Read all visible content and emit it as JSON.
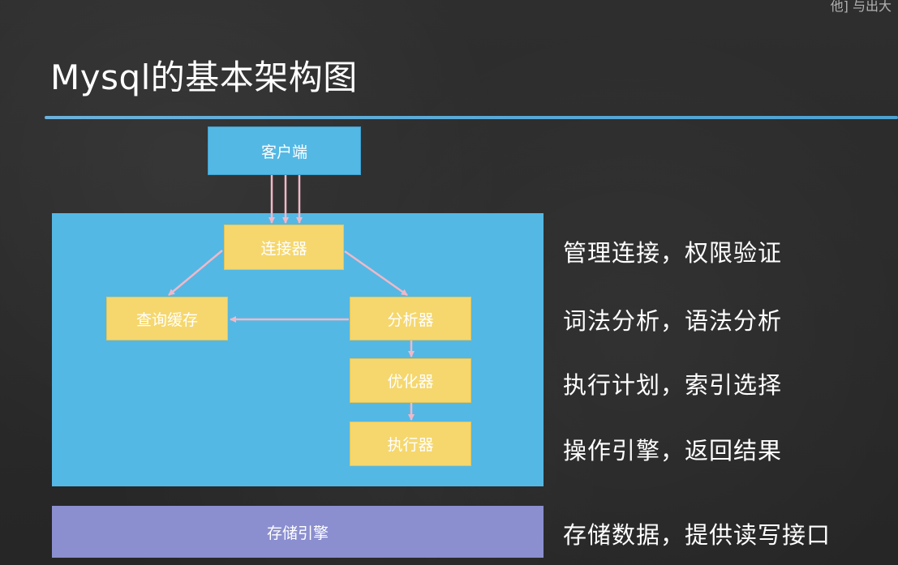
{
  "page": {
    "title": "Mysql的基本架构图"
  },
  "diagram": {
    "client": "客户端",
    "connector": "连接器",
    "query_cache": "查询缓存",
    "analyzer": "分析器",
    "optimizer": "优化器",
    "executor": "执行器",
    "storage_engine": "存储引擎"
  },
  "descriptions": [
    "管理连接，权限验证",
    "词法分析，语法分析",
    "执行计划，索引选择",
    "操作引擎，返回结果",
    "存储数据，提供读写接口"
  ],
  "colors": {
    "server_box": "#54b8e4",
    "node_fill": "#f5d76e",
    "storage_box": "#8b8fd0",
    "arrow": "#f0b8c8",
    "title_rule": "#58aede"
  }
}
